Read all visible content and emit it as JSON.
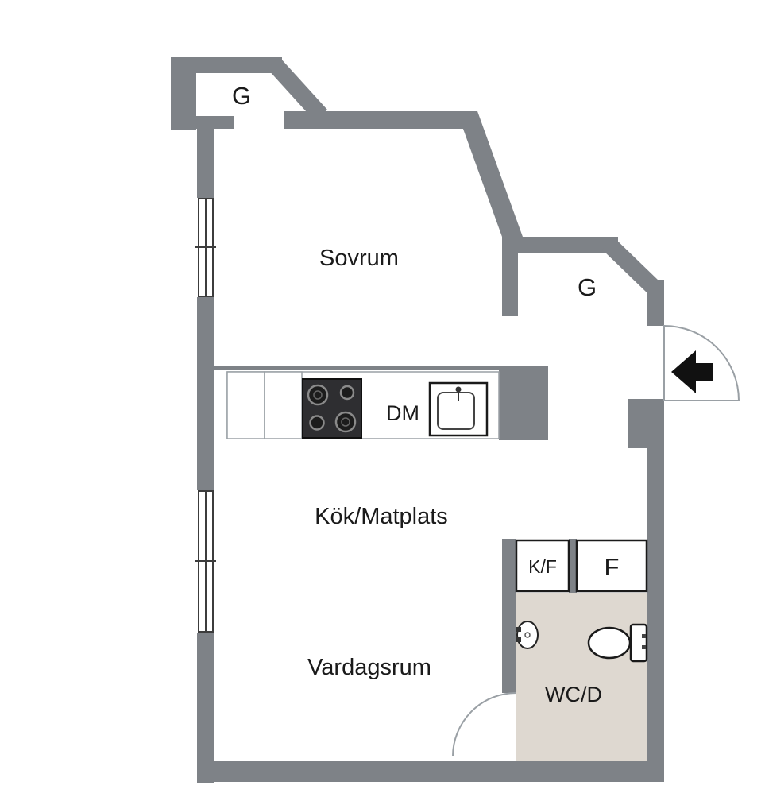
{
  "floorplan": {
    "rooms": {
      "bedroom": "Sovrum",
      "kitchen_dining": "Kök/Matplats",
      "living_room": "Vardagsrum",
      "bathroom": "WC/D"
    },
    "fixtures": {
      "wardrobe_bedroom": "G",
      "wardrobe_hall": "G",
      "dishwasher": "DM",
      "fridge_freezer": "K/F",
      "freezer": "F"
    },
    "colors": {
      "wall": "#7e8287",
      "bathroom_floor": "#ded8d0",
      "label_text": "#1a1a1a"
    }
  }
}
